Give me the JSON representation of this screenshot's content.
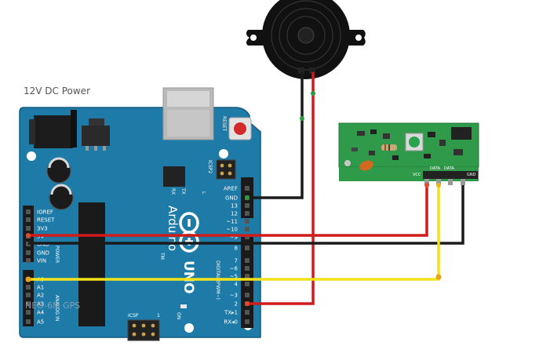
{
  "power_label": "12V DC Power",
  "overlay_label": "NEO-6M GPS",
  "board": {
    "reset_label": "RESET",
    "icsp2_label": "ICSP2",
    "icsp_label": "ICSP",
    "icsp_num": "1",
    "on_label": "ON",
    "l_label": "L",
    "tx_label": "TX",
    "rx_label": "RX",
    "brand": "Arduino",
    "trademark": "TM",
    "model": "UNO",
    "digital_label": "DIGITAL (PWM~)",
    "power_header": "POWER",
    "analog_header": "ANALOG IN",
    "right_pins": [
      "AREF",
      "GND",
      "13",
      "12",
      "~11",
      "~10",
      "~9",
      "8",
      "7",
      "~6",
      "~5",
      "4",
      "~3",
      "2",
      "TX▸1",
      "RX◂0"
    ],
    "left_pins": [
      "IOREF",
      "RESET",
      "3V3",
      "5V",
      "GND",
      "GND",
      "VIN",
      "A0",
      "A1",
      "A2",
      "A3",
      "A4",
      "A5"
    ]
  },
  "rf_module": {
    "pin_labels": [
      "VCC",
      "DATA",
      "DATA",
      "GND"
    ]
  },
  "colors": {
    "board": "#1e7aa6",
    "board_dark": "#13597d",
    "pcb_green": "#2f9a4a",
    "wire_red": "#d11a1a",
    "wire_black": "#1a1a1a",
    "wire_yellow": "#f2e21a",
    "buzzer": "#111111"
  }
}
